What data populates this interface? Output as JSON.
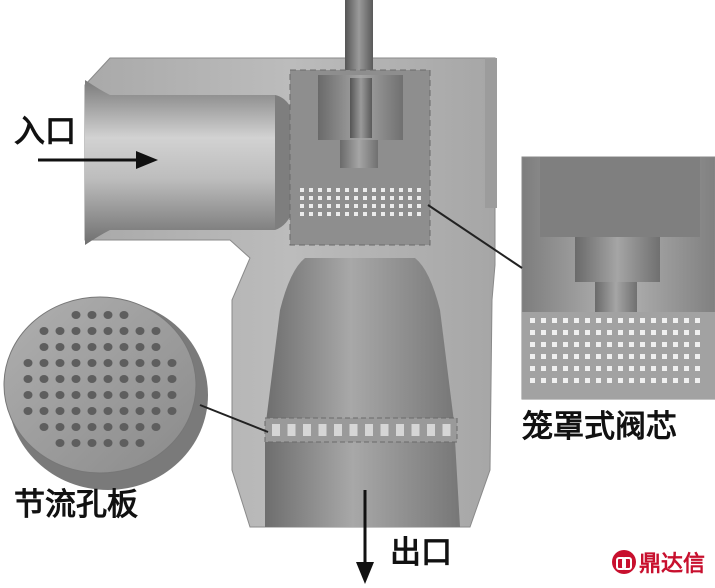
{
  "labels": {
    "inlet": "入口",
    "outlet": "出口",
    "cage_core": "笼罩式阀芯",
    "orifice_plate": "节流孔板"
  },
  "logo": {
    "text": "鼎达信",
    "icon": "brand-circle-icon"
  },
  "colors": {
    "body": "#b4b4b4",
    "cavity": "#8f8f8f",
    "logo": "#c8102e"
  }
}
